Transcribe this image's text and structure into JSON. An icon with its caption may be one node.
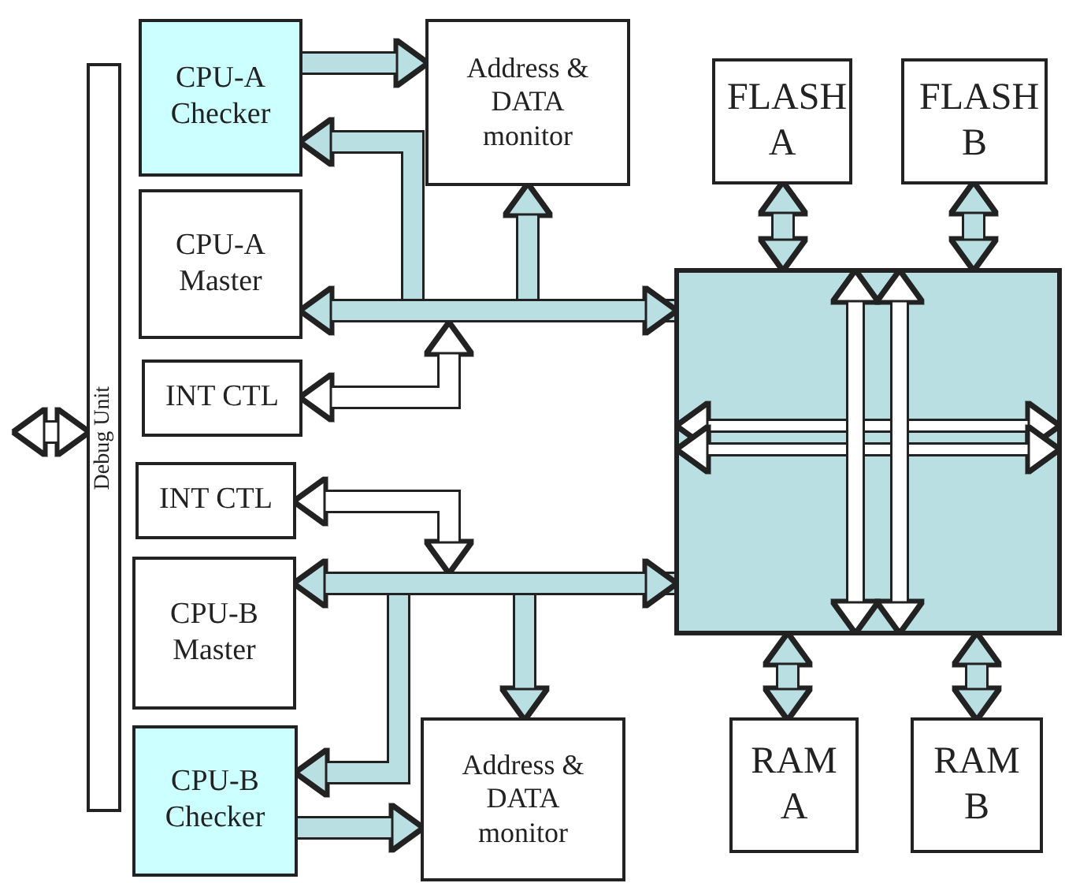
{
  "diagram": {
    "nodes": [
      {
        "text": [
          "Debug Unit"
        ]
      },
      {
        "text": [
          "CPU-A Checker"
        ]
      },
      {
        "text": [
          "Address & DATA monitor"
        ]
      },
      {
        "text": [
          "CPU-A Master"
        ]
      },
      {
        "text": [
          "INT CTL"
        ]
      },
      {
        "text": [
          "INT CTL"
        ]
      },
      {
        "text": [
          "CPU-B Master"
        ]
      },
      {
        "text": [
          "CPU-B Checker"
        ]
      },
      {
        "text": [
          "Address & DATA monitor"
        ]
      },
      {
        "text": [
          "FLASH A"
        ]
      },
      {
        "text": [
          "FLASH B"
        ]
      },
      {
        "text": [],
        "shape": "box"
      },
      {
        "text": [
          "RAM A"
        ]
      },
      {
        "text": [
          "RAM B"
        ]
      }
    ],
    "edges": [
      {
        "from": 1,
        "to": 2,
        "arrow": "to"
      },
      {
        "from": 3,
        "to": 11,
        "arrow": "both"
      },
      {
        "from": 11,
        "to": 1,
        "arrow": "to"
      },
      {
        "from": 11,
        "to": 2,
        "arrow": "to"
      },
      {
        "from": 4,
        "to": null,
        "arrow": "both",
        "color": "#ffffff"
      },
      {
        "from": 5,
        "to": null,
        "arrow": "both",
        "color": "#ffffff"
      },
      {
        "from": 6,
        "to": 11,
        "arrow": "both"
      },
      {
        "from": 11,
        "to": 7,
        "arrow": "to"
      },
      {
        "from": 11,
        "to": 8,
        "arrow": "to"
      },
      {
        "from": 7,
        "to": 8,
        "arrow": "to"
      },
      {
        "from": 9,
        "to": 11,
        "arrow": "both"
      },
      {
        "from": 10,
        "to": 11,
        "arrow": "both"
      },
      {
        "from": 12,
        "to": 11,
        "arrow": "both"
      },
      {
        "from": 13,
        "to": 11,
        "arrow": "both"
      },
      {
        "from": null,
        "to": 0,
        "arrow": "both",
        "color": "#ffffff"
      }
    ]
  }
}
